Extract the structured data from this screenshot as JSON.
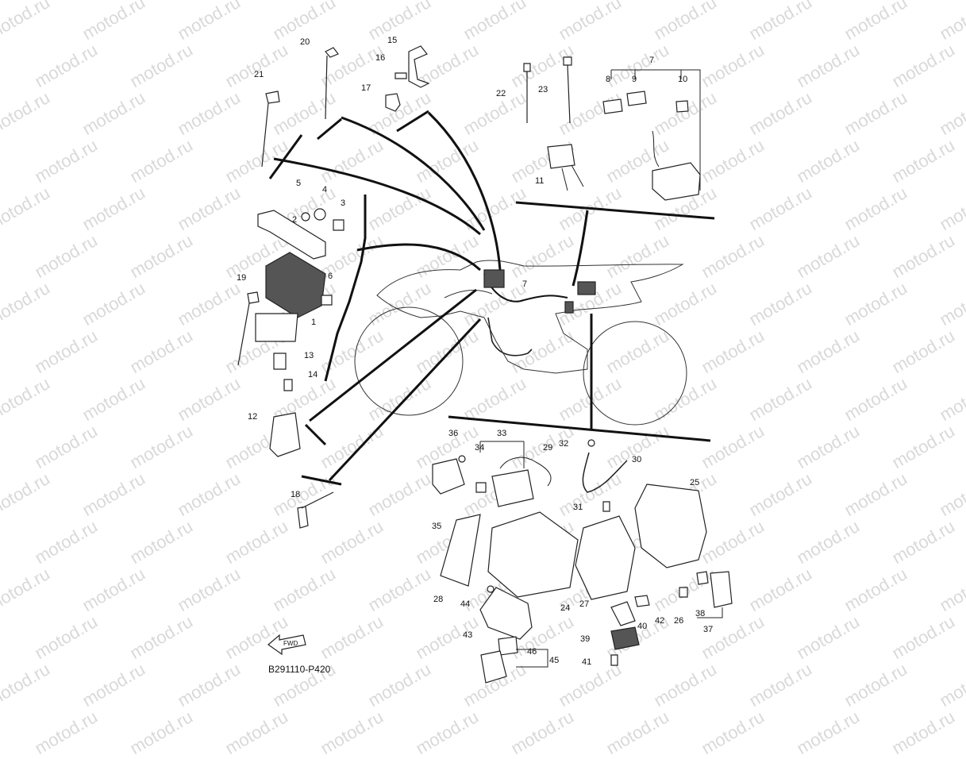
{
  "watermark": "motod.ru",
  "diagram_code": "B291110-P420",
  "fwd_label": "FWD",
  "callouts": {
    "1": "1",
    "2": "2",
    "3": "3",
    "4": "4",
    "5": "5",
    "6": "6",
    "7": "7",
    "8": "8",
    "9": "9",
    "10": "10",
    "11": "11",
    "12": "12",
    "13": "13",
    "14": "14",
    "15": "15",
    "16": "16",
    "17": "17",
    "18": "18",
    "19": "19",
    "20": "20",
    "21": "21",
    "22": "22",
    "23": "23",
    "24": "24",
    "25": "25",
    "26": "26",
    "27": "27",
    "28": "28",
    "29": "29",
    "30": "30",
    "31": "31",
    "32": "32",
    "33": "33",
    "34": "34",
    "35": "35",
    "36": "36",
    "37": "37",
    "38": "38",
    "39": "39",
    "40": "40",
    "41": "41",
    "42": "42",
    "43": "43",
    "44": "44",
    "45": "45",
    "46": "46",
    "7b": "7"
  }
}
